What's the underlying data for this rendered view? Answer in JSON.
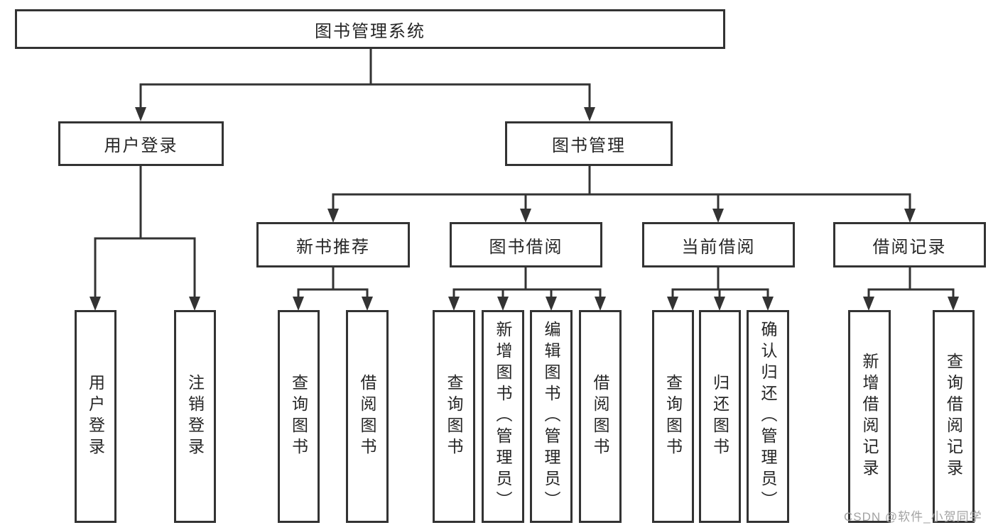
{
  "diagram": {
    "root": {
      "label": "图书管理系统"
    },
    "level1": [
      {
        "id": "user-login",
        "label": "用户登录"
      },
      {
        "id": "book-management",
        "label": "图书管理"
      }
    ],
    "level2": [
      {
        "id": "new-book-recommend",
        "label": "新书推荐",
        "parent": "图书管理"
      },
      {
        "id": "book-borrowing",
        "label": "图书借阅",
        "parent": "图书管理"
      },
      {
        "id": "current-borrowing",
        "label": "当前借阅",
        "parent": "图书管理"
      },
      {
        "id": "borrow-records",
        "label": "借阅记录",
        "parent": "图书管理"
      }
    ],
    "leaves": [
      {
        "label": "用户登录",
        "parent": "用户登录"
      },
      {
        "label": "注销登录",
        "parent": "用户登录"
      },
      {
        "label": "查询图书",
        "parent": "新书推荐"
      },
      {
        "label": "借阅图书",
        "parent": "新书推荐"
      },
      {
        "label": "查询图书",
        "parent": "图书借阅"
      },
      {
        "label": "新增图书（管理员）",
        "parent": "图书借阅"
      },
      {
        "label": "编辑图书（管理员）",
        "parent": "图书借阅"
      },
      {
        "label": "借阅图书",
        "parent": "图书借阅"
      },
      {
        "label": "查询图书",
        "parent": "当前借阅"
      },
      {
        "label": "归还图书",
        "parent": "当前借阅"
      },
      {
        "label": "确认归还（管理员）",
        "parent": "当前借阅"
      },
      {
        "label": "新增借阅记录",
        "parent": "借阅记录"
      },
      {
        "label": "查询借阅记录",
        "parent": "借阅记录"
      }
    ]
  },
  "watermark": {
    "text": "CSDN @软件_小贺同学"
  },
  "colors": {
    "line": "#333333",
    "text": "#262626",
    "background": "#ffffff",
    "watermark": "#a3a3a3"
  }
}
